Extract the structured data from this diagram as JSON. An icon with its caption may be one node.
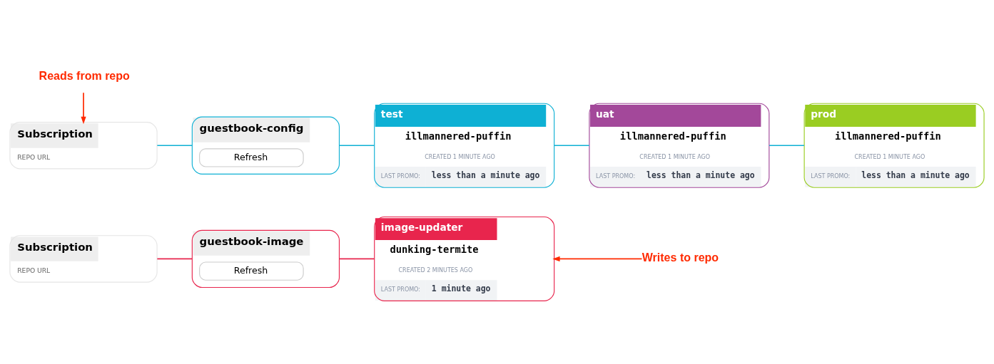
{
  "diagram": {
    "nodes": [
      {
        "text": [
          "Subscription",
          "REPO URL"
        ]
      },
      {
        "text": [
          "guestbook-image",
          "Refresh"
        ]
      },
      {
        "text": [
          "image-updater",
          "dunking-termite",
          "CREATED 2 MINUTES AGO",
          "LAST PROMO:",
          "1 minute ago"
        ]
      },
      {
        "text": [
          "Writes to repo"
        ]
      },
      {
        "text": [
          "Reads from repo"
        ]
      },
      {
        "text": [
          "Subscription",
          "REPO URL"
        ]
      },
      {
        "text": [
          "guestbook-config",
          "Refresh"
        ]
      },
      {
        "text": [
          "test",
          "illmannered-puffin",
          "CREATED 1 MINUTE AGO",
          "LAST PROMO:",
          "less than a minute ago"
        ]
      },
      {
        "text": [
          "uat",
          "illmannered-puffin",
          "CREATED 1 MINUTE AGO",
          "LAST PROMO:",
          "less than a minute ago"
        ]
      },
      {
        "text": [
          "prod",
          "illmannered-puffin",
          "CREATED 1 MINUTE AGO",
          "LAST PROMO:",
          "less than a minute ago"
        ]
      }
    ],
    "edges": [
      {
        "from": 0,
        "to": 1,
        "arrow": "none",
        "color": "#e8254d"
      },
      {
        "from": 1,
        "to": 2,
        "arrow": "none",
        "color": "#e8254d"
      },
      {
        "from": 3,
        "to": 2,
        "arrow": "to",
        "color": "#ff2a00"
      },
      {
        "from": 4,
        "to": 5,
        "arrow": "to",
        "color": "#ff2a00"
      },
      {
        "from": 5,
        "to": 6,
        "arrow": "none"
      },
      {
        "from": 6,
        "to": 7,
        "arrow": "none"
      },
      {
        "from": 7,
        "to": 8,
        "arrow": "none"
      },
      {
        "from": 8,
        "to": 9,
        "arrow": "none"
      }
    ]
  }
}
